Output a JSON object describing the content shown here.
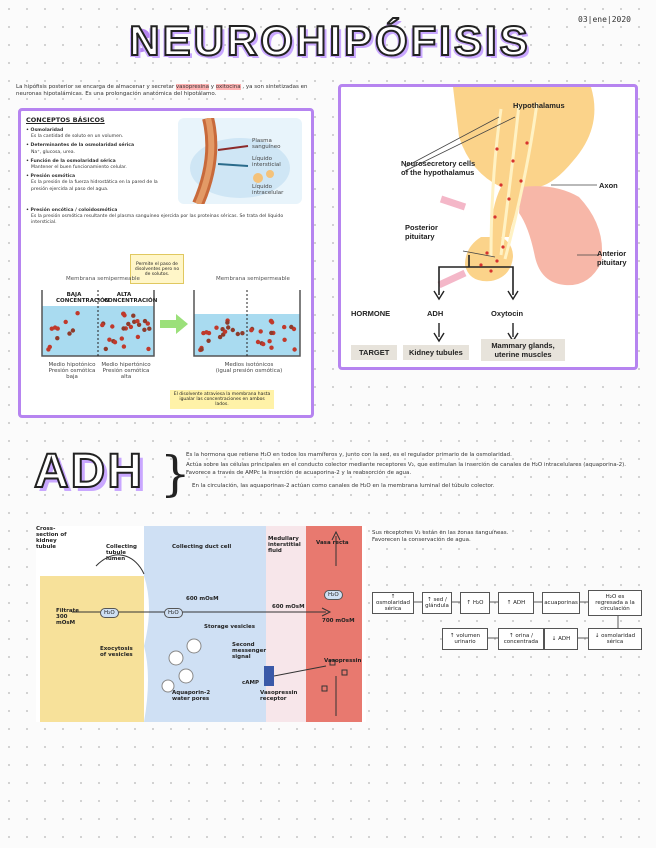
{
  "header": {
    "title": "NEUROHIPÓFISIS",
    "date": "03|ene|2020"
  },
  "intro": {
    "line1_a": "La hipófisis posterior se encarga de almacenar y secretar",
    "line1_hl1": "vasopresina",
    "line1_b": "y",
    "line1_hl2": "oxitocina",
    "line1_c": ", ya son",
    "line2": "sintetizadas en neuronas hipotalámicas. Es una prolongación anatómica del hipotálamo."
  },
  "concepts": {
    "heading": "CONCEPTOS BÁSICOS",
    "items": [
      {
        "title": "Osmolaridad",
        "body": "Es la cantidad de soluto en un volumen."
      },
      {
        "title": "Determinantes de la osmolaridad sérica",
        "body": "Na⁺, glucosa, urea."
      },
      {
        "title": "Función de la osmolaridad sérica",
        "body": "Mantener el buen funcionamiento celular."
      },
      {
        "title": "Presión osmótica",
        "body": "Es la presión de la fuerza hidrostática en la pared de la presión ejercida al paso del agua."
      },
      {
        "title": "Presión oncótica / coloidosmótica",
        "body": "Es la presión osmótica resultante del plasma sanguíneo ejercida por las proteínas séricas. Se trata del líquido intersticial."
      }
    ],
    "vessel_labels": [
      "Plasma sanguíneo",
      "Líquido intersticial",
      "Líquido intracelular"
    ],
    "osmosis": {
      "callout": "Permite el paso de disolventes pero no de solutos.",
      "membrane_left": "Membrana semipermeable",
      "membrane_right": "Membrana semipermeable",
      "low_label": "BAJA CONCENTRACIÓN",
      "high_label": "ALTA CONCENTRACIÓN",
      "low_caption": "Medio hipotónico\nPresión osmótica baja",
      "high_caption": "Medio hipertónico\nPresión osmótica alta",
      "iso_caption": "Medios isotónicos\n(igual presión osmótica)",
      "note": "El disolvente atraviesa la membrana hasta igualar las concentraciones en ambos lados."
    }
  },
  "pituitary": {
    "hypothalamus": "Hypothalamus",
    "neurosecretory": "Neurosecretory cells of the hypothalamus",
    "axon": "Axon",
    "posterior": "Posterior pituitary",
    "anterior": "Anterior pituitary",
    "hormone_label": "HORMONE",
    "target_label": "TARGET",
    "adh": "ADH",
    "oxytocin": "Oxytocin",
    "kidney": "Kidney tubules",
    "mammary": "Mammary glands, uterine muscles"
  },
  "adh": {
    "title": "ADH",
    "line1": "Es la hormona que retiene H₂O en todos los mamíferos y, junto con la sed, es el regulador primario de la osmolaridad.",
    "line2": "Actúa sobre las células principales en el conducto colector mediante receptores V₂, que estimulan la inserción de canales de H₂O intracelulares (aquaporina-2). Favorece a través de AMPc la inserción de acuaporina-2 y la reabsorción de agua.",
    "line3": "En la circulación, las aquaporinas-2 actúan como canales de H₂O en la membrana luminal del túbulo colector.",
    "receptors_title": "Sus receptores V₂ están en las zonas sanguíneas.",
    "receptors_sub": "Favorecen la conservación de agua."
  },
  "diagram": {
    "cross_section": "Cross-section of kidney tubule",
    "lumen": "Collecting tubule lumen",
    "duct_cell": "Collecting duct cell",
    "medullary": "Medullary interstitial fluid",
    "vasa": "Vasa recta",
    "filtrate": "Filtrate 300 mOsM",
    "mosm600a": "600 mOsM",
    "mosm600b": "600 mOsM",
    "mosm700": "700 mOsM",
    "storage": "Storage vesicles",
    "second_messenger": "Second messenger signal",
    "exocytosis": "Exocytosis of vesicles",
    "aquaporin": "Aquaporin-2 water pores",
    "camp": "cAMP",
    "vasopressin": "Vasopressin",
    "receptor": "Vasopressin receptor",
    "h2o": "H₂O"
  },
  "flow": {
    "row1": [
      "↑ osmolaridad sérica",
      "↑ sed / glándula",
      "↑ H₂O",
      "↑ ADH",
      "acuaporinas",
      "H₂O es regresada a la circulación"
    ],
    "row2": [
      "↑ volumen urinario",
      "↑ orina / concentrada",
      "↓ ADH",
      "↓ osmolaridad sérica"
    ]
  }
}
